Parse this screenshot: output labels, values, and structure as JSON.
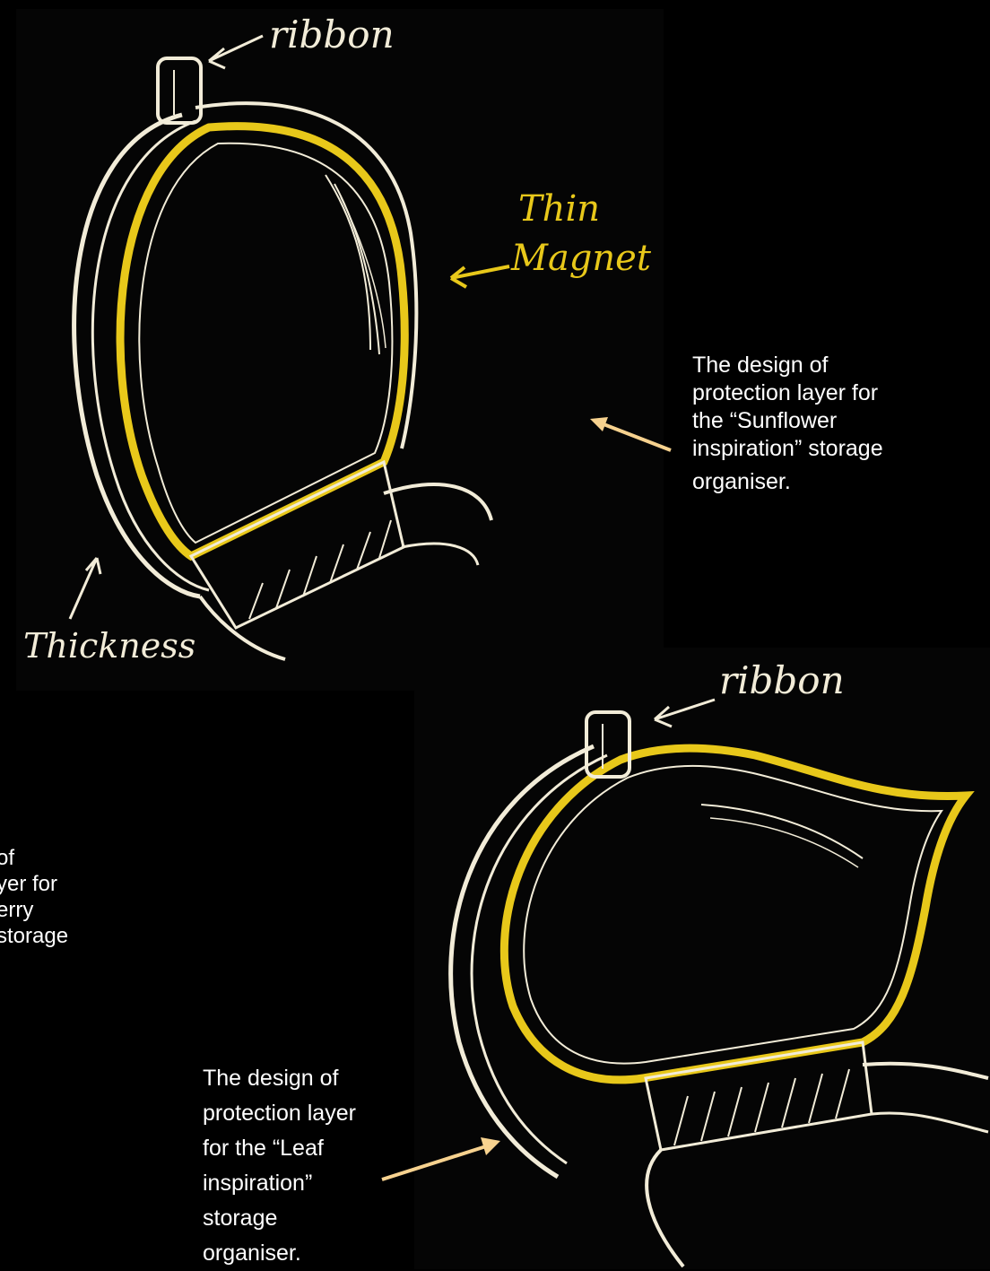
{
  "colors": {
    "background": "#000000",
    "panel": "#050505",
    "sketch_white": "#f2ecd8",
    "magnet_yellow": "#e8c81a",
    "arrow_peach": "#f7d28f",
    "caption_text": "#ffffff"
  },
  "sketch_top": {
    "ribbon_label": "ribbon",
    "magnet_label_line1": "Thin",
    "magnet_label_line2": "Magnet",
    "thickness_label": "Thickness"
  },
  "sketch_bottom": {
    "ribbon_label": "ribbon"
  },
  "captions": {
    "sunflower": [
      "The design of",
      "protection layer for",
      "the “Sunflower",
      "inspiration” storage",
      "organiser."
    ],
    "leaf": [
      "The design of",
      "protection layer",
      "for the “Leaf",
      "inspiration”",
      "storage",
      "organiser."
    ],
    "partial_hidden": [
      "of",
      "yer for",
      "erry",
      "storage"
    ]
  }
}
